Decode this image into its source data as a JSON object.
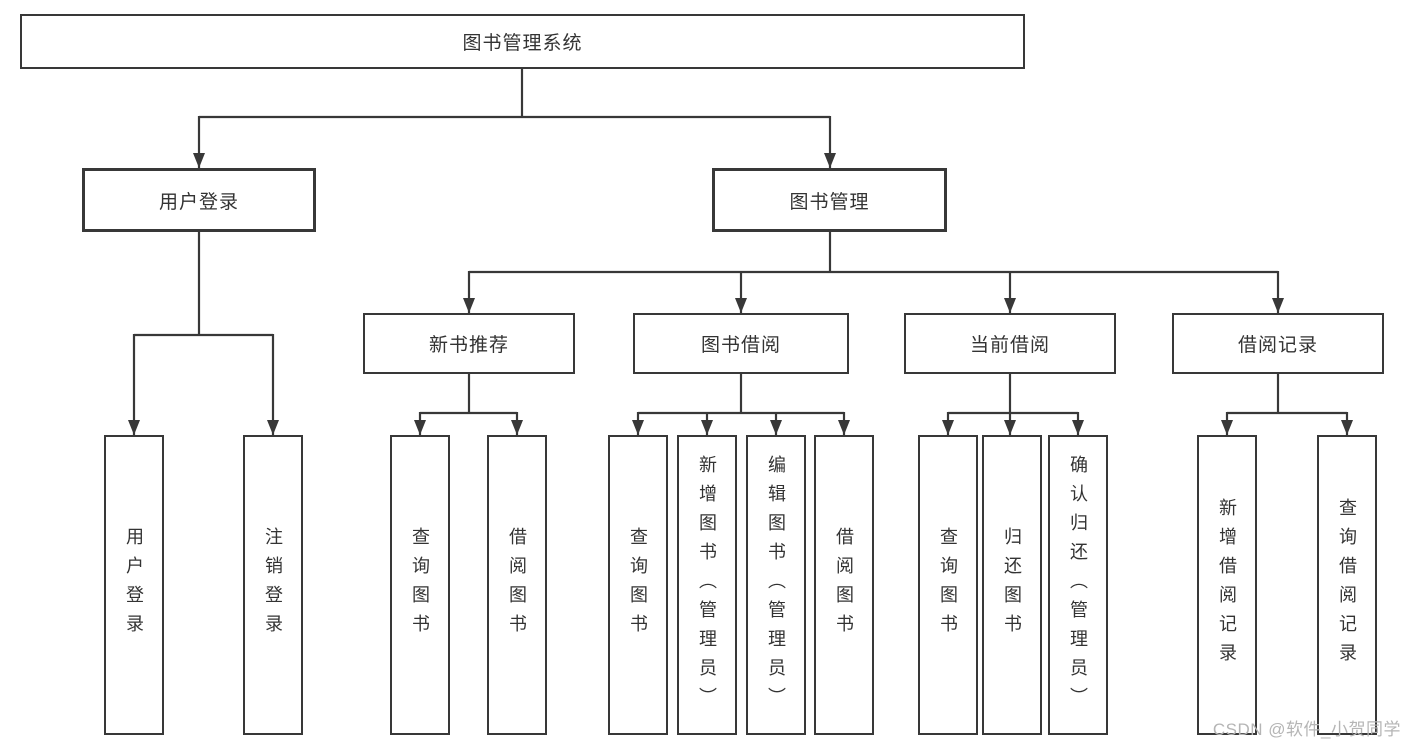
{
  "colors": {
    "line": "#383838",
    "box_border": "#383838",
    "text": "#333333",
    "watermark": "#b5b5b5",
    "background": "#ffffff"
  },
  "tree": {
    "root": {
      "label": "图书管理系统"
    },
    "branches": [
      {
        "label": "用户登录",
        "children": [
          {
            "label": "用户登录"
          },
          {
            "label": "注销登录"
          }
        ]
      },
      {
        "label": "图书管理",
        "children": [
          {
            "label": "新书推荐",
            "children": [
              {
                "label": "查询图书"
              },
              {
                "label": "借阅图书"
              }
            ]
          },
          {
            "label": "图书借阅",
            "children": [
              {
                "label": "查询图书"
              },
              {
                "label": "新增图书（管理员）"
              },
              {
                "label": "编辑图书（管理员）"
              },
              {
                "label": "借阅图书"
              }
            ]
          },
          {
            "label": "当前借阅",
            "children": [
              {
                "label": "查询图书"
              },
              {
                "label": "归还图书"
              },
              {
                "label": "确认归还（管理员）"
              }
            ]
          },
          {
            "label": "借阅记录",
            "children": [
              {
                "label": "新增借阅记录"
              },
              {
                "label": "查询借阅记录"
              }
            ]
          }
        ]
      }
    ]
  },
  "watermark": {
    "text": "CSDN @软件_小贺同学"
  }
}
